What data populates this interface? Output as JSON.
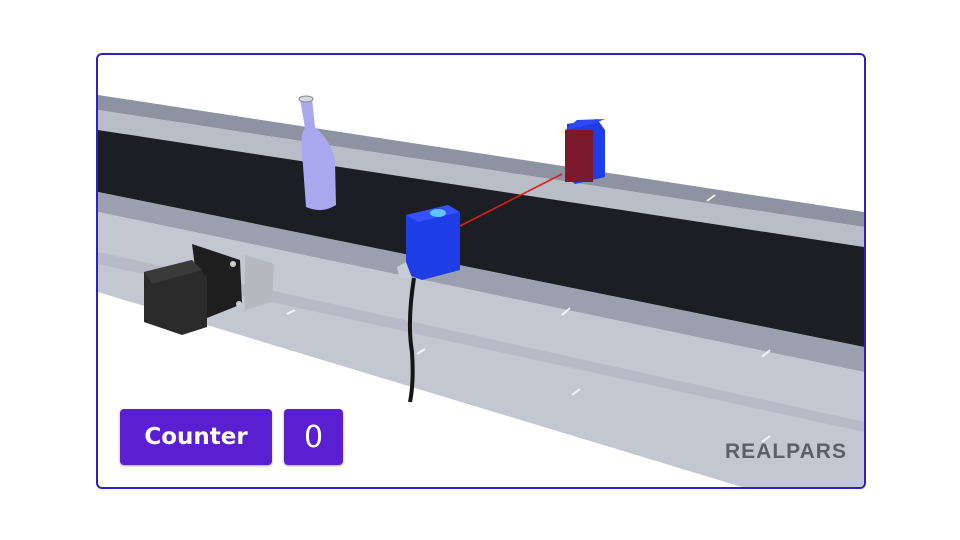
{
  "scene": {
    "description": "Conveyor belt with bottle, through-beam photoelectric sensor pair, laser beam and stepper motor",
    "colors": {
      "frame_border": "#2a22c4",
      "belt": "#1b1e22",
      "rail_light": "#b4b8c4",
      "rail_dark": "#8a90a0",
      "sensor_blue": "#1f3de6",
      "laser": "#e01b1b",
      "bottle": "#a9a8ee",
      "motor": "#222222",
      "counter_bg": "#5a1fd1"
    }
  },
  "counter": {
    "label": "Counter",
    "value": "0"
  },
  "branding": {
    "logo_text": "REALPARS"
  }
}
